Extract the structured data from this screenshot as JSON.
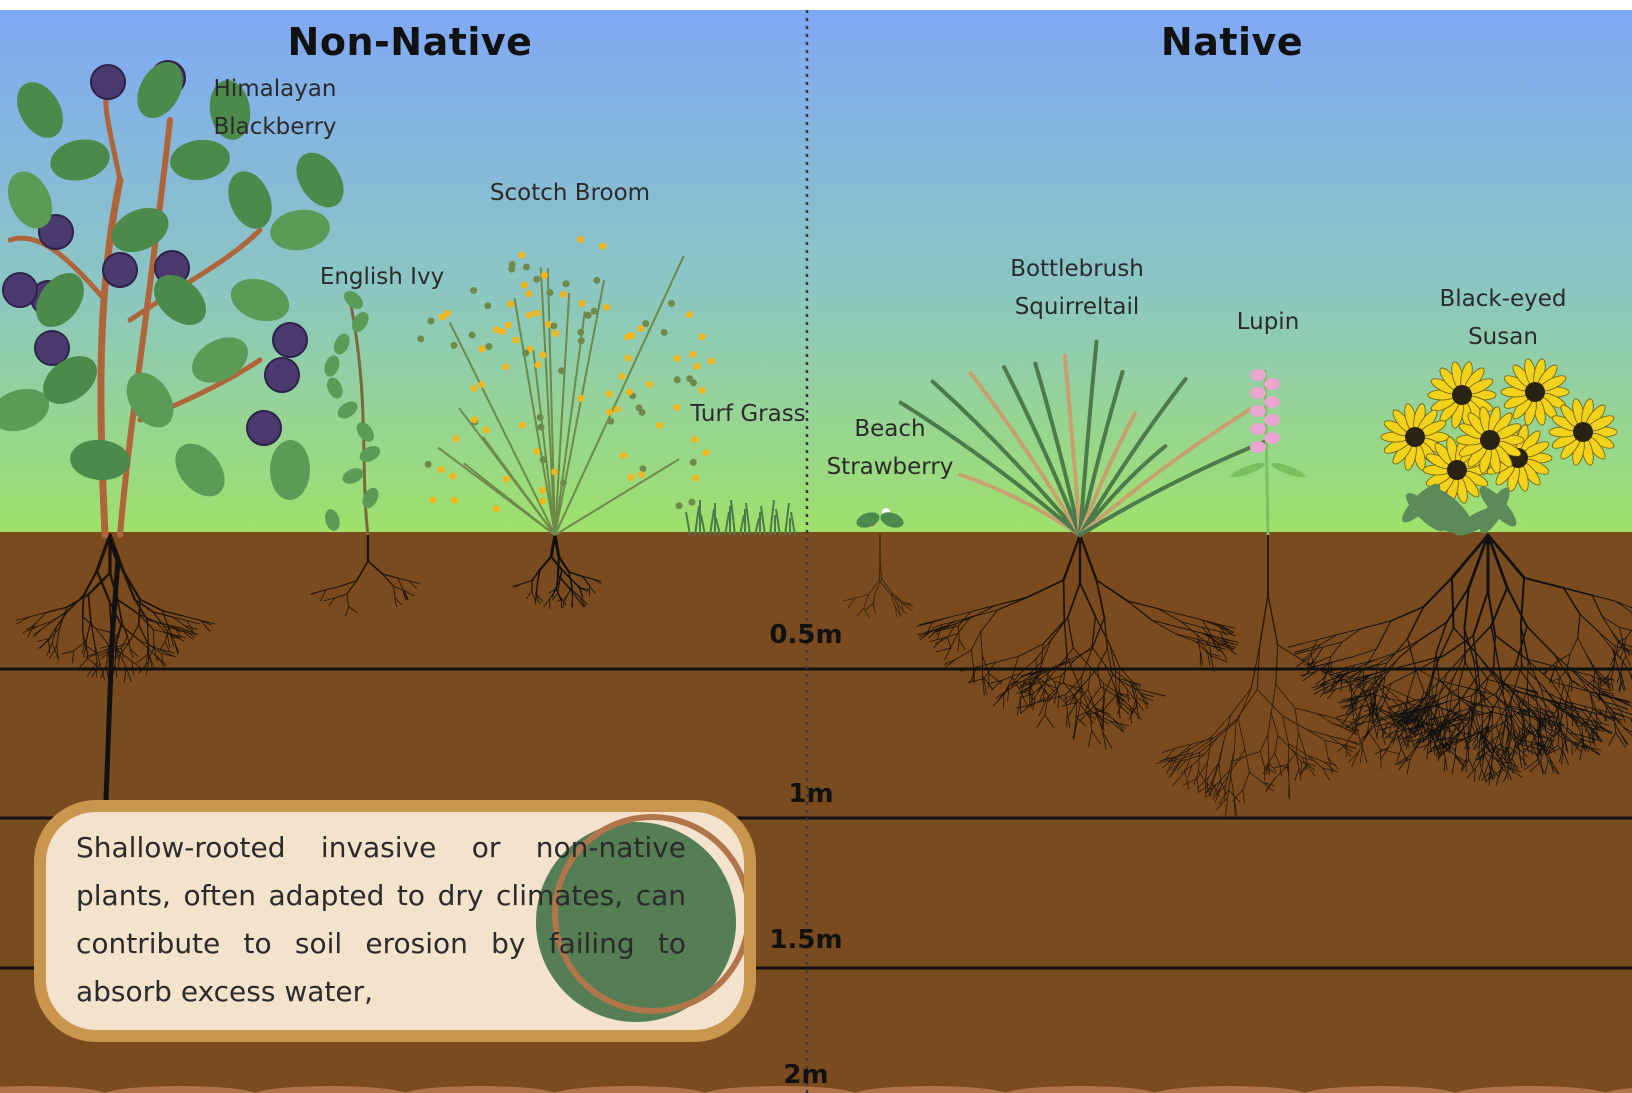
{
  "headings": {
    "non_native": "Non-Native",
    "native": "Native"
  },
  "plants": {
    "himalayan_blackberry": "Himalayan\nBlackberry",
    "english_ivy": "English Ivy",
    "scotch_broom": "Scotch Broom",
    "turf_grass": "Turf Grass",
    "beach_strawberry": "Beach\nStrawberry",
    "bottlebrush_squirreltail": "Bottlebrush\nSquirreltail",
    "lupin": "Lupin",
    "black_eyed_susan": "Black-eyed\nSusan"
  },
  "depths": {
    "d05": "0.5m",
    "d1": "1m",
    "d15": "1.5m",
    "d2": "2m"
  },
  "note": "Shallow-rooted invasive or non-native plants, often adapted to dry climates, can contribute to soil erosion by failing to absorb excess water,",
  "colors": {
    "sky_top": "#7fa8f5",
    "sky_bottom": "#9fe06a",
    "soil": "#7a4b1e",
    "leaf": "#5c9a58",
    "berry": "#4a3a6e",
    "flower_yellow": "#f2d21b",
    "lupin_pink": "#e8a6d0",
    "note_bg": "#f3e2cc",
    "note_border": "#c8964f"
  }
}
